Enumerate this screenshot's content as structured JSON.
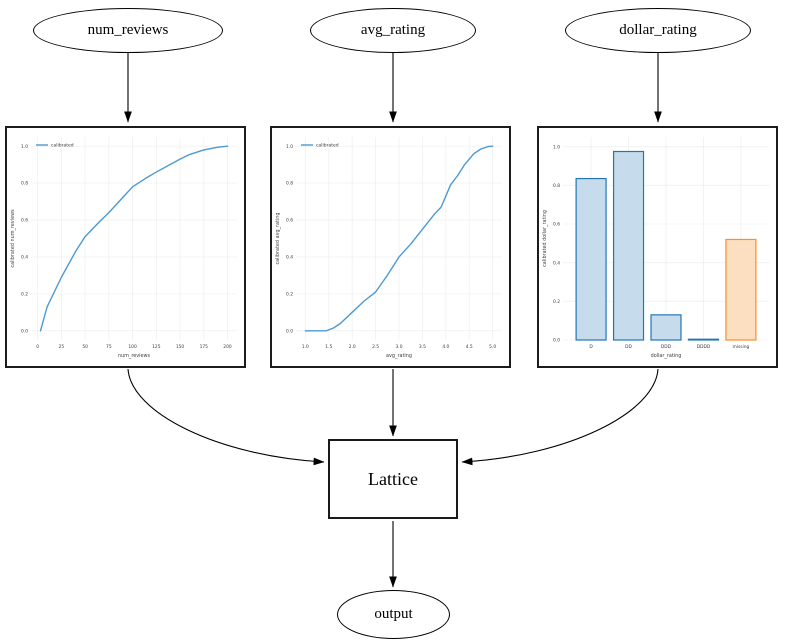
{
  "diagram": {
    "background": "#ffffff",
    "nodes": {
      "num_reviews": {
        "label": "num_reviews",
        "shape": "ellipse"
      },
      "avg_rating": {
        "label": "avg_rating",
        "shape": "ellipse"
      },
      "dollar_rating": {
        "label": "dollar_rating",
        "shape": "ellipse"
      },
      "lattice": {
        "label": "Lattice",
        "shape": "box"
      },
      "output": {
        "label": "output",
        "shape": "ellipse"
      }
    },
    "edges": [
      {
        "from": "num_reviews",
        "to": "num_reviews_calibrator"
      },
      {
        "from": "avg_rating",
        "to": "avg_rating_calibrator"
      },
      {
        "from": "dollar_rating",
        "to": "dollar_rating_calibrator"
      },
      {
        "from": "num_reviews_calibrator",
        "to": "lattice"
      },
      {
        "from": "avg_rating_calibrator",
        "to": "lattice"
      },
      {
        "from": "dollar_rating_calibrator",
        "to": "lattice"
      },
      {
        "from": "lattice",
        "to": "output"
      }
    ]
  },
  "colors": {
    "line_blue": "#4c99d4",
    "bar_blue_fill": "#c6dbec",
    "bar_blue_edge": "#2077b4",
    "bar_orange_fill": "#fbdfc0",
    "bar_orange_edge": "#fd8d27",
    "grid": "#f0f0f0",
    "tick_text": "#3c3c3c",
    "edge_stroke": "#000000"
  },
  "chart_data": [
    {
      "id": "num_reviews_calibrator",
      "type": "line",
      "title": "",
      "xlabel": "num_reviews",
      "ylabel": "calibrated num_reviews",
      "legend": [
        "calibrated"
      ],
      "grid": true,
      "xlim": [
        -7,
        210
      ],
      "ylim": [
        -0.05,
        1.05
      ],
      "xticks": [
        0,
        25,
        50,
        75,
        100,
        125,
        150,
        175,
        200
      ],
      "xtick_labels": [
        "0",
        "25",
        "50",
        "75",
        "100",
        "125",
        "150",
        "175",
        "200"
      ],
      "yticks": [
        0.0,
        0.2,
        0.4,
        0.6,
        0.8,
        1.0
      ],
      "ytick_labels": [
        "0.0",
        "0.2",
        "0.4",
        "0.6",
        "0.8",
        "1.0"
      ],
      "series": [
        {
          "name": "calibrated",
          "color": "#4c99d4",
          "x": [
            3,
            10,
            25,
            40,
            50,
            65,
            75,
            100,
            115,
            125,
            150,
            160,
            175,
            190,
            200
          ],
          "y": [
            0.0,
            0.13,
            0.29,
            0.43,
            0.51,
            0.59,
            0.64,
            0.78,
            0.83,
            0.86,
            0.93,
            0.955,
            0.98,
            0.995,
            1.0
          ]
        }
      ]
    },
    {
      "id": "avg_rating_calibrator",
      "type": "line",
      "title": "",
      "xlabel": "avg_rating",
      "ylabel": "calibrated avg_rating",
      "legend": [
        "calibrated"
      ],
      "grid": true,
      "xlim": [
        0.8,
        5.2
      ],
      "ylim": [
        -0.05,
        1.05
      ],
      "xticks": [
        1.0,
        1.5,
        2.0,
        2.5,
        3.0,
        3.5,
        4.0,
        4.5,
        5.0
      ],
      "xtick_labels": [
        "1.0",
        "1.5",
        "2.0",
        "2.5",
        "3.0",
        "3.5",
        "4.0",
        "4.5",
        "5.0"
      ],
      "yticks": [
        0.0,
        0.2,
        0.4,
        0.6,
        0.8,
        1.0
      ],
      "ytick_labels": [
        "0.0",
        "0.2",
        "0.4",
        "0.6",
        "0.8",
        "1.0"
      ],
      "series": [
        {
          "name": "calibrated",
          "color": "#4c99d4",
          "x": [
            1.0,
            1.45,
            1.6,
            1.75,
            2.0,
            2.25,
            2.5,
            2.75,
            3.0,
            3.25,
            3.5,
            3.75,
            3.9,
            4.0,
            4.1,
            4.25,
            4.4,
            4.5,
            4.6,
            4.75,
            4.9,
            5.0
          ],
          "y": [
            0.0,
            0.0,
            0.015,
            0.04,
            0.1,
            0.16,
            0.21,
            0.3,
            0.4,
            0.47,
            0.55,
            0.63,
            0.67,
            0.73,
            0.79,
            0.84,
            0.9,
            0.93,
            0.96,
            0.985,
            0.998,
            1.0
          ]
        }
      ]
    },
    {
      "id": "dollar_rating_calibrator",
      "type": "bar",
      "title": "",
      "xlabel": "dollar_rating",
      "ylabel": "calibrated dollar_rating",
      "grid": true,
      "ylim": [
        0,
        1.05
      ],
      "yticks": [
        0.0,
        0.2,
        0.4,
        0.6,
        0.8,
        1.0
      ],
      "ytick_labels": [
        "0.0",
        "0.2",
        "0.4",
        "0.6",
        "0.8",
        "1.0"
      ],
      "categories": [
        "D",
        "DD",
        "DDD",
        "DDDD",
        "missing"
      ],
      "values": [
        0.835,
        0.975,
        0.13,
        0.004,
        0.52
      ],
      "bar_fill": [
        "#c6dbec",
        "#c6dbec",
        "#c6dbec",
        "#c6dbec",
        "#fbdfc0"
      ],
      "bar_edge": [
        "#2077b4",
        "#2077b4",
        "#2077b4",
        "#2077b4",
        "#fd8d27"
      ]
    }
  ]
}
